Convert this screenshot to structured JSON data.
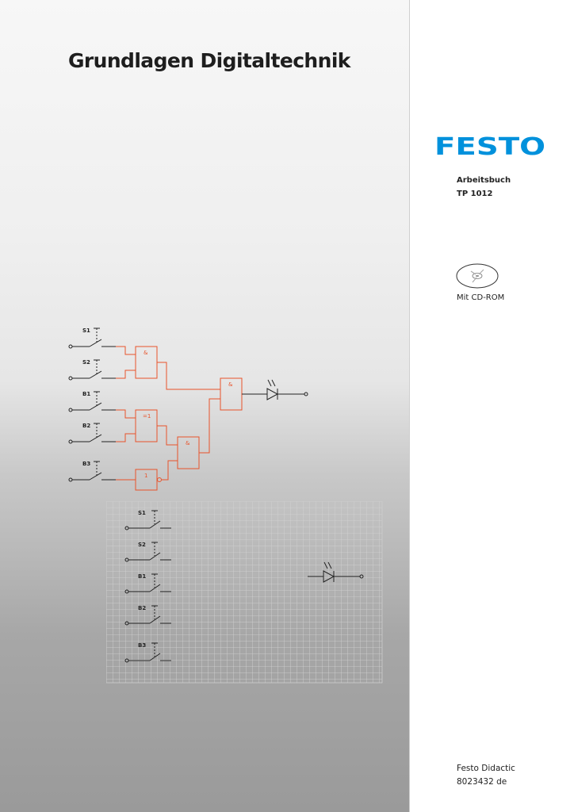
{
  "title": "Grundlagen Digitaltechnik",
  "brand": {
    "logo_text": "FESTO",
    "logo_color": "#0091dc"
  },
  "book": {
    "type": "Arbeitsbuch",
    "code": "TP 1012"
  },
  "media": {
    "label": "Mit CD-ROM",
    "icon": "cd-rom-icon"
  },
  "circuit": {
    "inputs": [
      "S1",
      "S2",
      "B1",
      "B2",
      "B3"
    ],
    "gates": [
      "&",
      "=1",
      "&",
      "1",
      "&"
    ],
    "output_icon": "led-icon",
    "gate_color": "#e8532b"
  },
  "grid_circuit": {
    "inputs": [
      "S1",
      "S2",
      "B1",
      "B2",
      "B3"
    ],
    "output_icon": "led-icon"
  },
  "footer": {
    "publisher": "Festo Didactic",
    "order_no": "8023432 de"
  }
}
